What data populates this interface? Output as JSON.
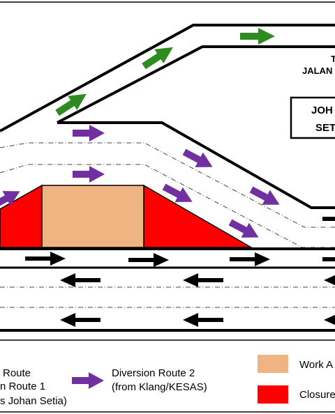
{
  "labels": {
    "to_jalan_line1": "T",
    "to_jalan_line2": "JALAN A",
    "box_line1": "JOH",
    "box_line2": "SET"
  },
  "legend": {
    "route1_line1": "Route",
    "route1_line2": "n Route 1",
    "route1_line3": "s Johan Setia)",
    "route2_line1": "Diversion Route 2",
    "route2_line2": "(from Klang/KESAS)",
    "work_area": "Work A",
    "closure": "Closure"
  },
  "colors": {
    "green_arrow": "#2e8b1f",
    "purple_arrow": "#7030a0",
    "black_arrow": "#000000",
    "work_area": "#f0b482",
    "closure": "#ff0000"
  }
}
